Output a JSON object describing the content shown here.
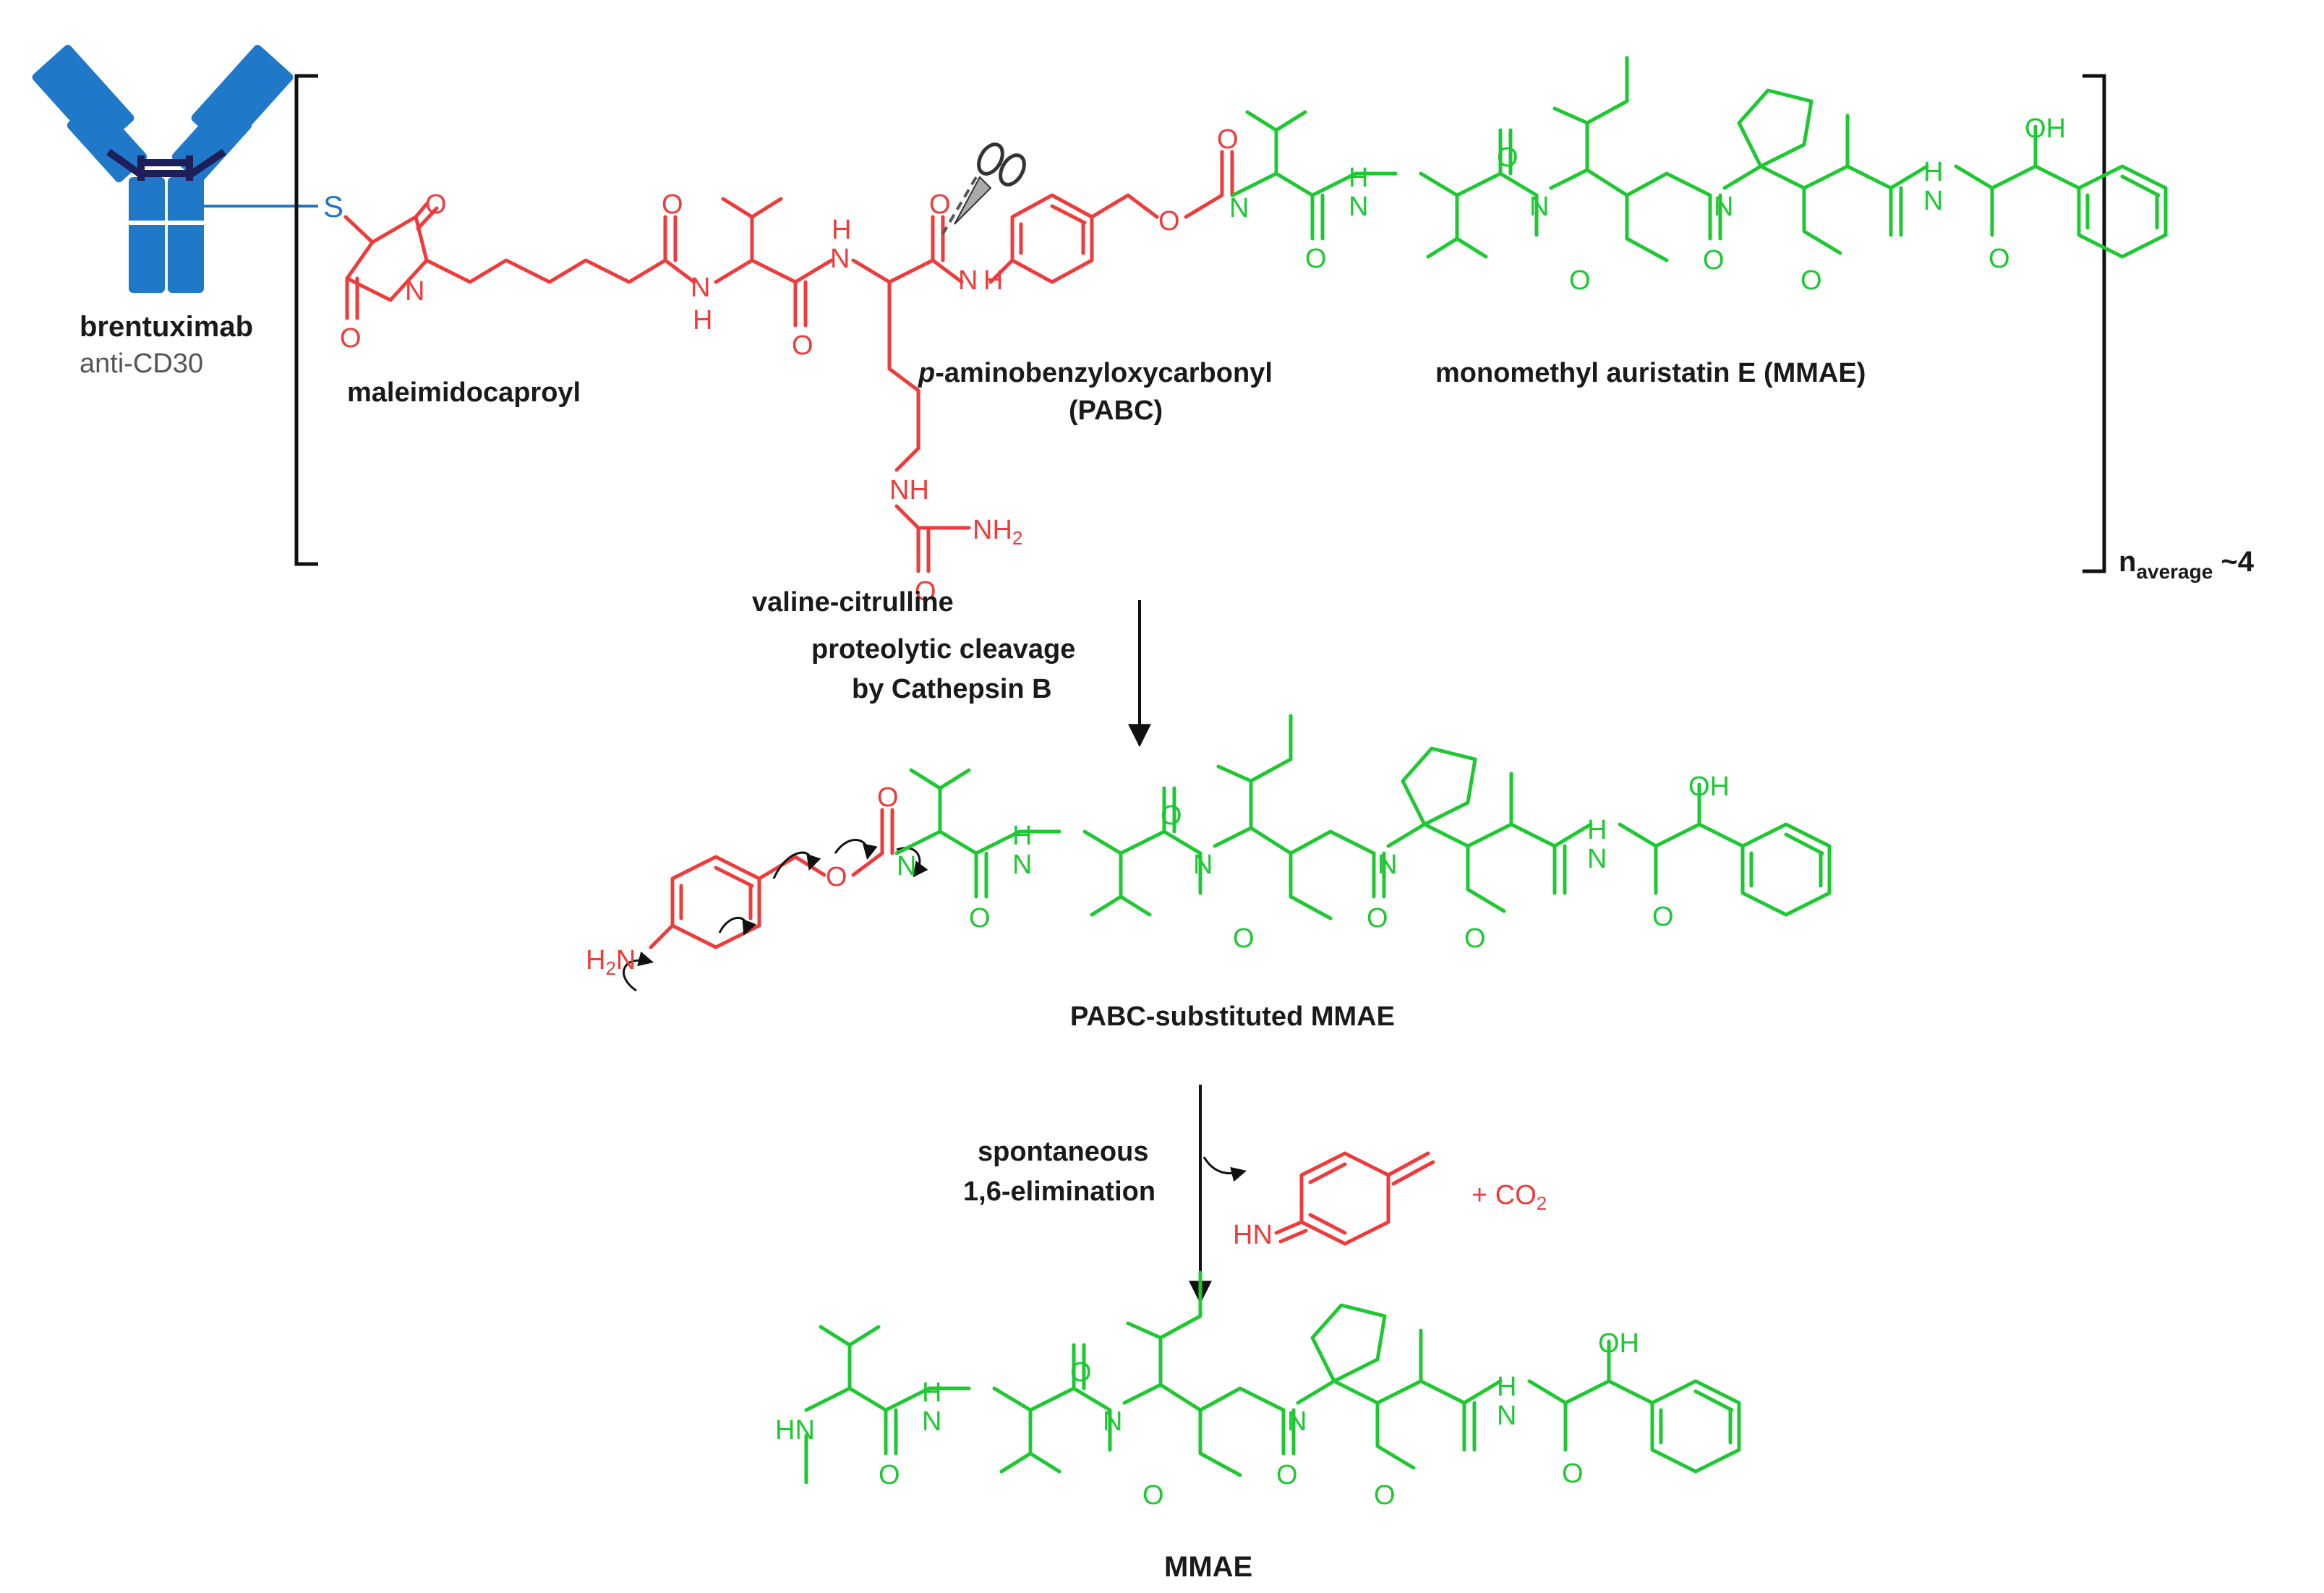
{
  "colors": {
    "linker": "#ee3b3b",
    "drug": "#1ec832",
    "antibody": "#1f78c8",
    "hinge": "#1e1e5a",
    "text": "#1a1a1a"
  },
  "antibody": {
    "name": "brentuximab",
    "target": "anti-CD30",
    "icon": "antibody-icon"
  },
  "conjugate": {
    "sulfur": "S",
    "labels": {
      "maleimidocaproyl": "maleimidocaproyl",
      "valcit": "valine-citrulline",
      "pabc_prefix": "p",
      "pabc_rest": "-aminobenzyloxycarbonyl",
      "pabc_abbr": "(PABC)",
      "mmae_full": "monomethyl auristatin E (MMAE)"
    },
    "dar": {
      "n": "n",
      "sub": "average",
      "value": " ~4"
    },
    "scissors_icon": "scissors-icon"
  },
  "atoms": {
    "O": "O",
    "N": "N",
    "NH": "NH",
    "HN": "HN",
    "H": "H",
    "OH": "OH",
    "NH2": "NH",
    "H2N": "H",
    "two": "2"
  },
  "step1": {
    "line1": "proteolytic cleavage",
    "line2": "by Cathepsin B"
  },
  "intermediate": {
    "label": "PABC-substituted MMAE"
  },
  "step2": {
    "line1": "spontaneous",
    "line2": "1,6-elimination"
  },
  "byproducts": {
    "imine_HN": "HN",
    "co2_plus": "+ CO",
    "co2_sub": "2"
  },
  "product": {
    "label": "MMAE"
  }
}
